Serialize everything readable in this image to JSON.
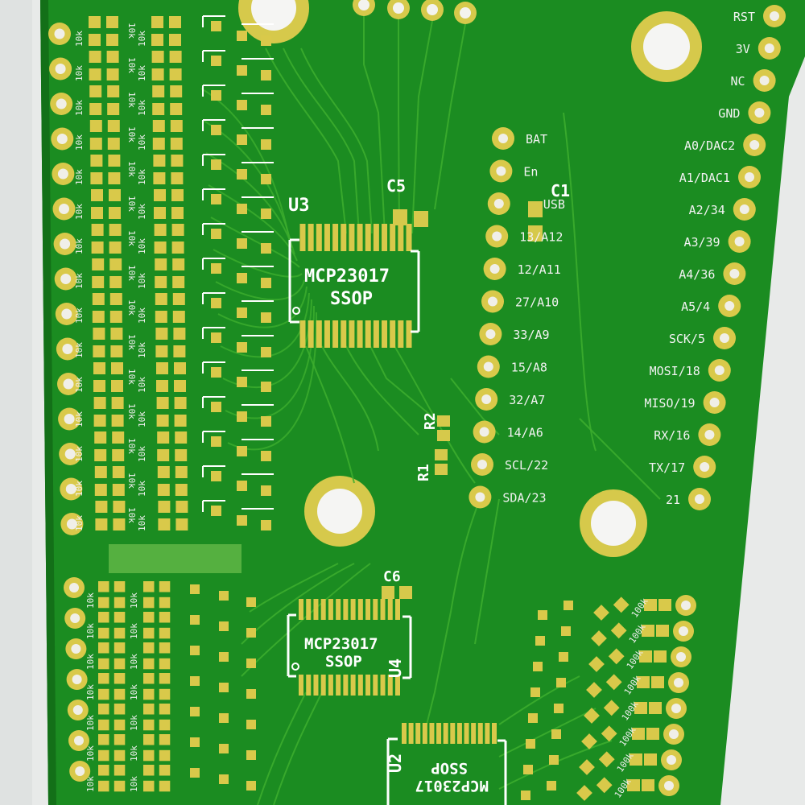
{
  "photo": {
    "board_color": "#1a8a1f",
    "trace_color": "#3dae2e",
    "pad_color": "#d9c94a",
    "pad_gold": "#c9b63a",
    "silkscreen_color": "#ffffff"
  },
  "chips": {
    "u3": {
      "ref": "U3",
      "line1": "MCP23017",
      "line2": "SSOP"
    },
    "u4": {
      "ref": "U4",
      "line1": "MCP23017",
      "line2": "SSOP"
    },
    "u2": {
      "ref": "U2",
      "line1": "MCP23017",
      "line2": "SSOP"
    }
  },
  "components": {
    "c5": "C5",
    "c6": "C6",
    "c1": "C1",
    "r1": "R1",
    "r2": "R2"
  },
  "resistor_labels": {
    "left": "10k",
    "right": "100k"
  },
  "header_inner": [
    "BAT",
    "En",
    "USB",
    "13/A12",
    "12/A11",
    "27/A10",
    "33/A9",
    "15/A8",
    "32/A7",
    "14/A6",
    "SCL/22",
    "SDA/23"
  ],
  "header_outer": [
    "RST",
    "3V",
    "NC",
    "GND",
    "A0/DAC2",
    "A1/DAC1",
    "A2/34",
    "A3/39",
    "A4/36",
    "A5/4",
    "SCK/5",
    "MOSI/18",
    "MISO/19",
    "RX/16",
    "TX/17",
    "21"
  ]
}
